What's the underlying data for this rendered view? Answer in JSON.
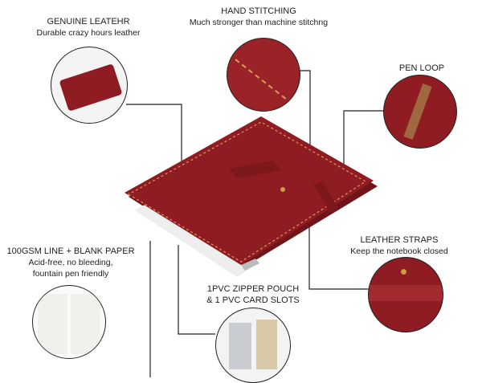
{
  "features": [
    {
      "title": "GENUINE LEATEHR",
      "lines": [
        "Durable crazy hours leather"
      ],
      "icon": "leather-notebook-closeup"
    },
    {
      "title": "HAND STITCHING",
      "lines": [
        "Much stronger than machine stitchng"
      ],
      "icon": "stitching-closeup"
    },
    {
      "title": "PEN LOOP",
      "lines": [],
      "icon": "pen-loop-closeup"
    },
    {
      "title": "LEATHER STRAPS",
      "lines": [
        "Keep the notebook closed"
      ],
      "icon": "strap-closeup"
    },
    {
      "title": "100GSM LINE + BLANK PAPER",
      "lines": [
        "Acid-free, no bleeding,",
        "fountain pen friendly"
      ],
      "icon": "paper-pages-closeup"
    },
    {
      "title": "1PVC ZIPPER POUCH",
      "lines": [
        "& 1 PVC CARD SLOTS"
      ],
      "icon": "pvc-pouch-closeup"
    }
  ],
  "colors": {
    "leather": "#8e1c22",
    "stitch": "#d99a5a",
    "line": "#222222"
  }
}
